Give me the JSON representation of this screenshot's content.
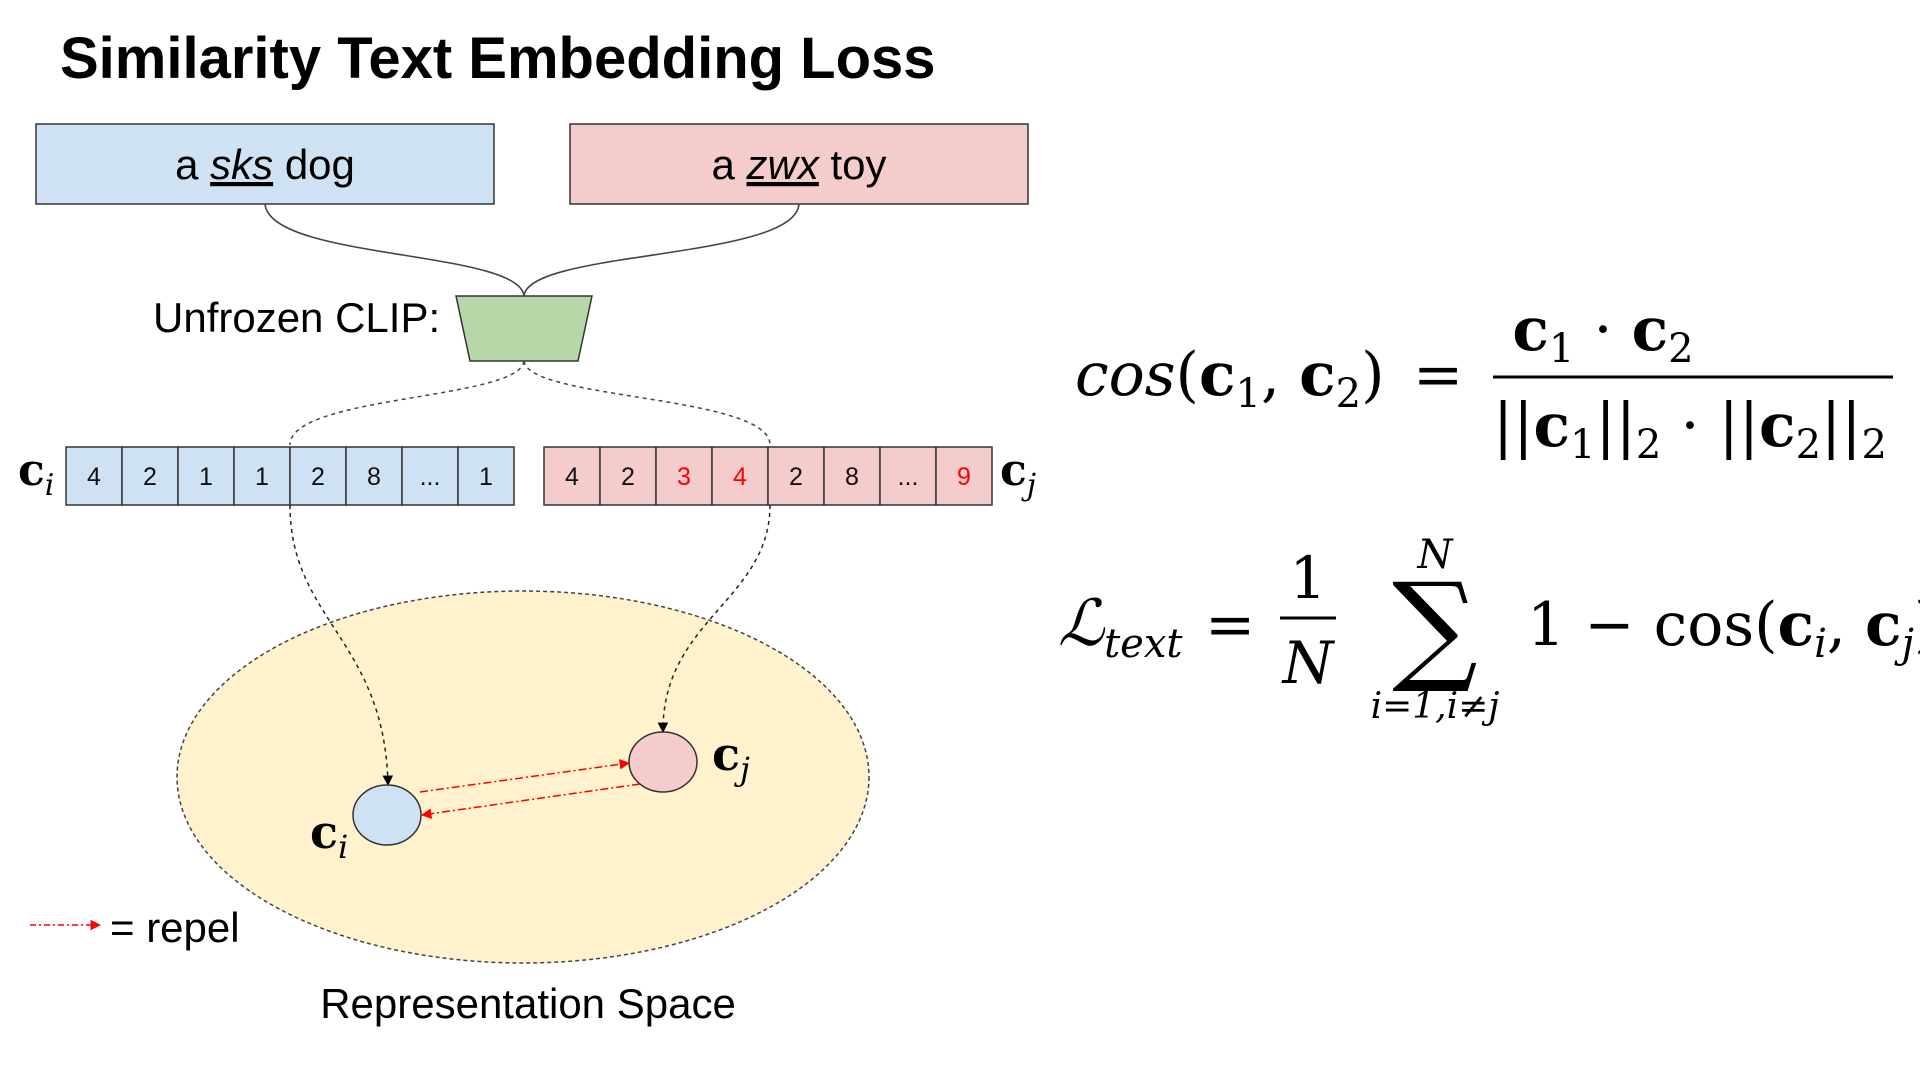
{
  "title": "Similarity Text Embedding Loss",
  "prompt_left": {
    "pre": "a",
    "token": "sks",
    "post": "dog"
  },
  "prompt_right": {
    "pre": "a",
    "token": "zwx",
    "post": "toy"
  },
  "encoder_label": "Unfrozen CLIP:",
  "vector_left": {
    "name": "c",
    "sub": "i",
    "cells": [
      "4",
      "2",
      "1",
      "1",
      "2",
      "8",
      "...",
      "1"
    ],
    "highlight": []
  },
  "vector_right": {
    "name": "c",
    "sub": "j",
    "cells": [
      "4",
      "2",
      "3",
      "4",
      "2",
      "8",
      "...",
      "9"
    ],
    "highlight": [
      2,
      3,
      7
    ]
  },
  "space_label": "Representation Space",
  "point_left": {
    "name": "c",
    "sub": "i"
  },
  "point_right": {
    "name": "c",
    "sub": "j"
  },
  "legend": {
    "text": "= repel"
  },
  "colors": {
    "blue_fill": "#cfe2f3",
    "red_fill": "#f4cccc",
    "green_fill": "#b6d7a8",
    "space_fill": "#fff2cc",
    "highlight": "#ff0000",
    "arrow_red": "#ff0000"
  },
  "formula1": {
    "lhs_func": "cos",
    "lhs_args": [
      "c",
      "1",
      "c",
      "2"
    ],
    "equals": "=",
    "numerator": [
      "c",
      "1",
      "·",
      "c",
      "2"
    ],
    "denominator": [
      "||",
      "c",
      "1",
      "||",
      "2",
      "·",
      "||",
      "c",
      "2",
      "||",
      "2"
    ]
  },
  "formula2": {
    "lhs": "ℒ",
    "lhs_sub": "text",
    "equals": "=",
    "frac_num": "1",
    "frac_den": "N",
    "sum_upper": "N",
    "sum_symbol": "∑",
    "sum_lower": "i=1,i≠j",
    "rhs": "1 − cos(",
    "rhs_args": [
      "c",
      "i",
      "c",
      "j"
    ]
  }
}
